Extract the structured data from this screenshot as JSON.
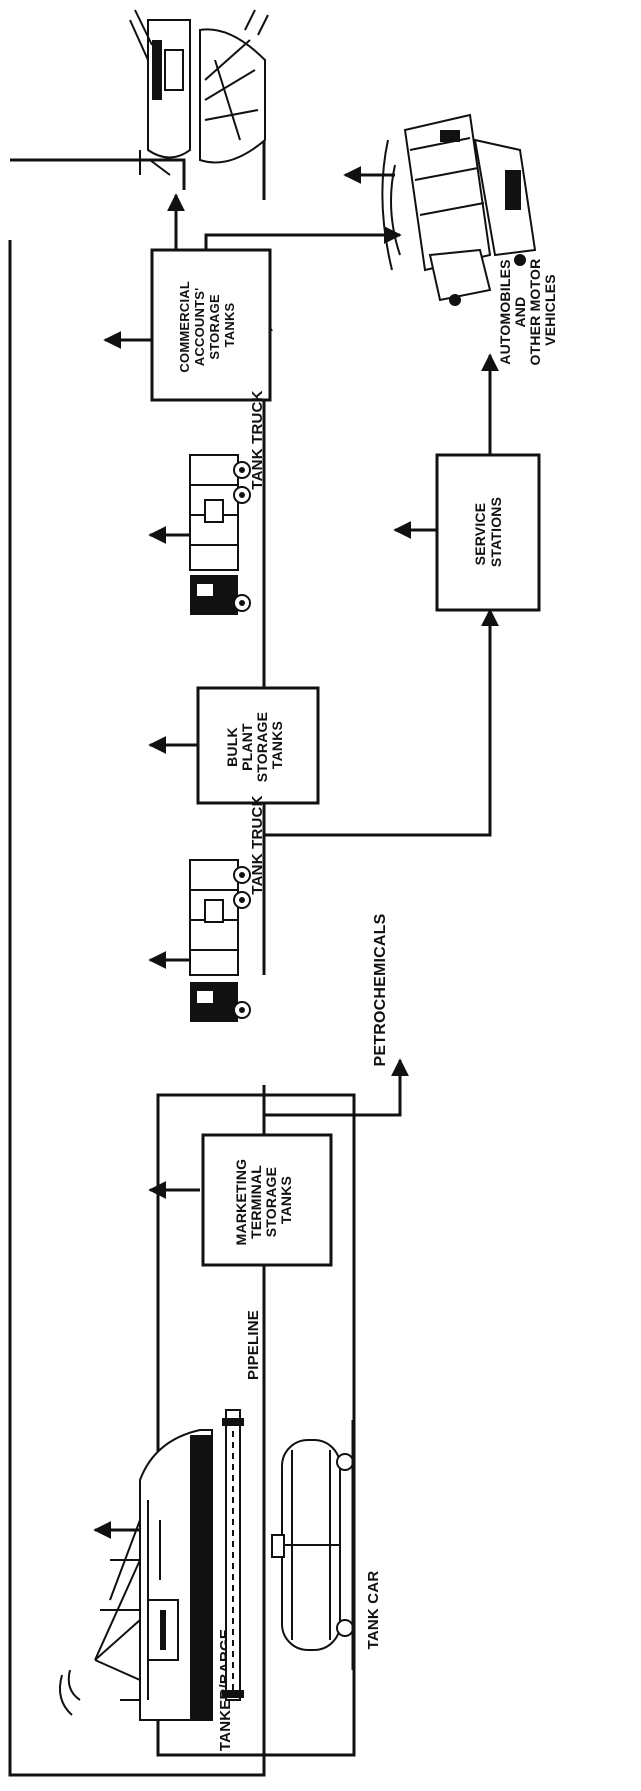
{
  "diagram": {
    "nodes": {
      "tanker_barge": "TANKER/BARGE",
      "pipeline": "PIPELINE",
      "tank_car": "TANK CAR",
      "marketing_terminal": [
        "MARKETING",
        "TERMINAL",
        "STORAGE",
        "TANKS"
      ],
      "petrochemicals": "PETROCHEMICALS",
      "tank_truck_1": "TANK TRUCK",
      "bulk_plant": [
        "BULK",
        "PLANT",
        "STORAGE",
        "TANKS"
      ],
      "tank_truck_2": "TANK TRUCK",
      "commercial_accounts": [
        "COMMERCIAL",
        "ACCOUNTS'",
        "STORAGE",
        "TANKS"
      ],
      "service_stations": [
        "SERVICE",
        "STATIONS"
      ],
      "automobiles": [
        "AUTOMOBILES",
        "AND",
        "OTHER MOTOR",
        "VEHICLES"
      ]
    },
    "icons": {
      "tanker": "tanker-ship-icon",
      "pipeline": "pipeline-icon",
      "tank_car": "rail-tank-car-icon",
      "truck": "tank-truck-icon",
      "aircraft": "aircraft-and-ship-icon",
      "automobiles": "automobiles-icon"
    }
  }
}
